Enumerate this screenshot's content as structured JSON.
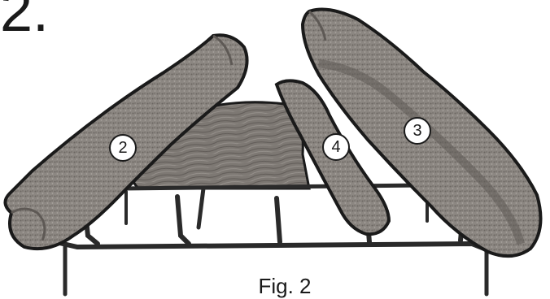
{
  "page": {
    "step_number": "2.",
    "figure_caption": "Fig. 2"
  },
  "callouts": [
    {
      "label": "2"
    },
    {
      "label": "4"
    },
    {
      "label": "3"
    }
  ],
  "colors": {
    "ink": "#1a1a1a",
    "log_fill": "#8a8580",
    "log_dark": "#5e5955",
    "grate_metal": "#2a2a2a",
    "background": "#ffffff"
  }
}
